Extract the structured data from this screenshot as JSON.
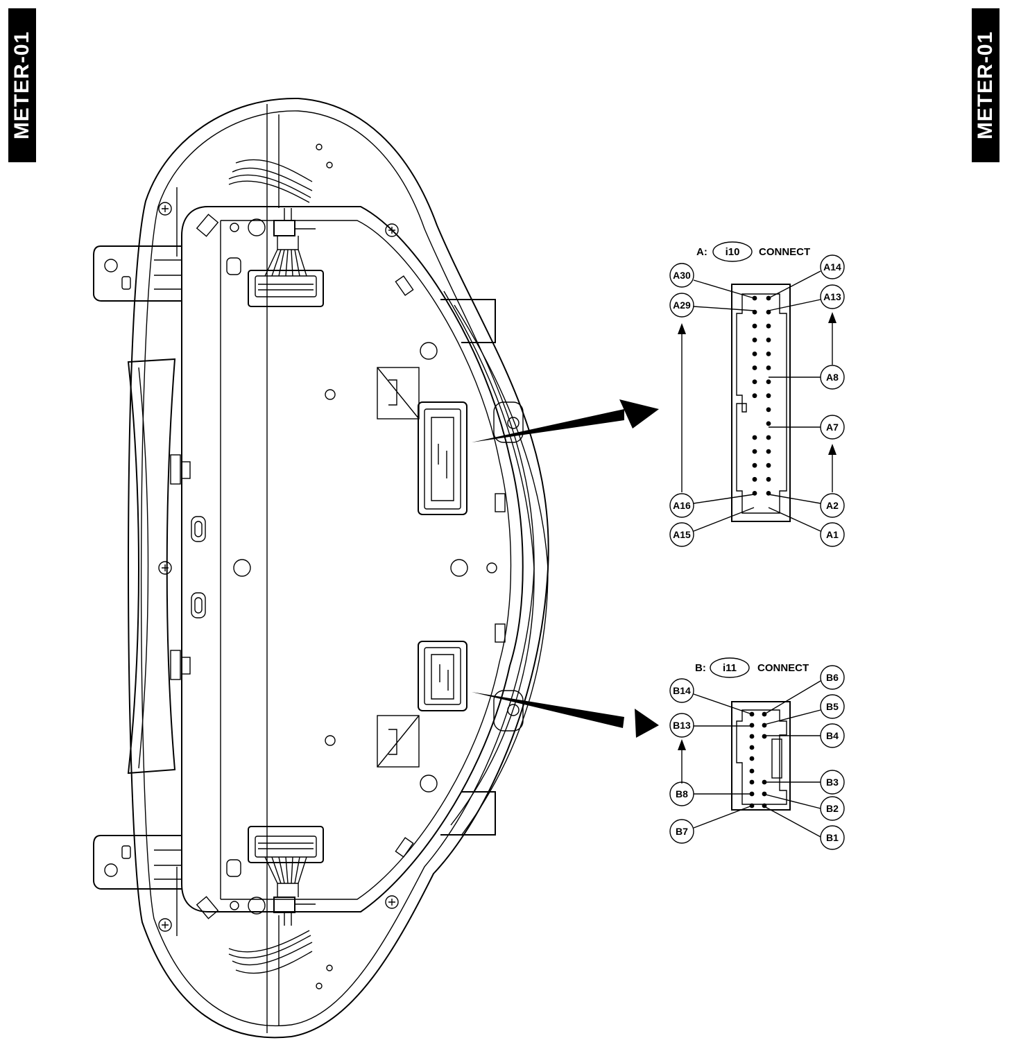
{
  "side_tag": "METER-01",
  "connector_a": {
    "prefix": "A:",
    "id": "i10",
    "suffix": "CONNECT",
    "pins": [
      "A30",
      "A29",
      "A16",
      "A15",
      "A14",
      "A13",
      "A8",
      "A7",
      "A2",
      "A1"
    ]
  },
  "connector_b": {
    "prefix": "B:",
    "id": "i11",
    "suffix": "CONNECT",
    "pins": [
      "B14",
      "B13",
      "B8",
      "B7",
      "B6",
      "B5",
      "B4",
      "B3",
      "B2",
      "B1"
    ]
  }
}
